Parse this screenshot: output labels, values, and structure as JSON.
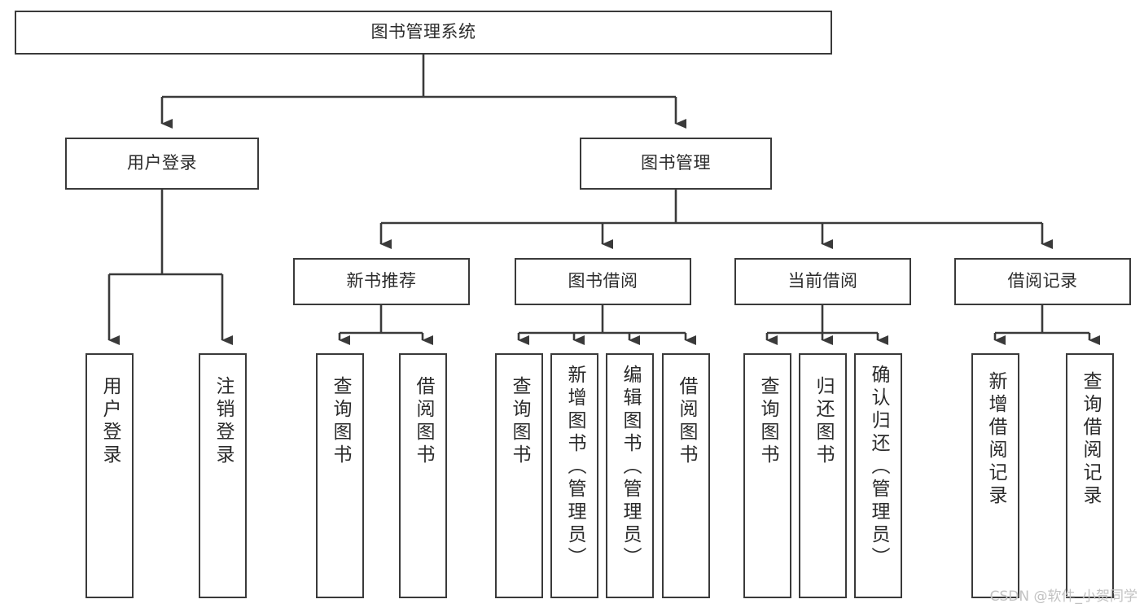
{
  "diagram": {
    "type": "tree-hierarchy",
    "title": "图书管理系统",
    "orientation": "top-down",
    "colors": {
      "box_border": "#3a3a3a",
      "box_fill": "#ffffff",
      "connector": "#3a3a3a",
      "text": "#2b2b2b",
      "watermark": "#c2c2c2"
    },
    "nodes": {
      "root": {
        "label": "图书管理系统",
        "level": 1
      },
      "user_login": {
        "label": "用户登录",
        "level": 2
      },
      "book_manage": {
        "label": "图书管理",
        "level": 2
      },
      "new_book_rec": {
        "label": "新书推荐",
        "level": 3
      },
      "book_borrow": {
        "label": "图书借阅",
        "level": 3
      },
      "current_borrow": {
        "label": "当前借阅",
        "level": 3
      },
      "borrow_record": {
        "label": "借阅记录",
        "level": 3
      },
      "leaf_user_login": {
        "label": "用户登录",
        "level": 3
      },
      "leaf_logout": {
        "label": "注销登录",
        "level": 3
      },
      "leaf_query_book_1": {
        "label": "查询图书",
        "level": 4
      },
      "leaf_borrow_book_1": {
        "label": "借阅图书",
        "level": 4
      },
      "leaf_query_book_2": {
        "label": "查询图书",
        "level": 4
      },
      "leaf_add_book": {
        "label": "新增图书（管理员）",
        "level": 4
      },
      "leaf_edit_book": {
        "label": "编辑图书（管理员）",
        "level": 4
      },
      "leaf_borrow_book_2": {
        "label": "借阅图书",
        "level": 4
      },
      "leaf_query_book_3": {
        "label": "查询图书",
        "level": 4
      },
      "leaf_return_book": {
        "label": "归还图书",
        "level": 4
      },
      "leaf_confirm_return": {
        "label": "确认归还（管理员）",
        "level": 4
      },
      "leaf_add_record": {
        "label": "新增借阅记录",
        "level": 4
      },
      "leaf_query_record": {
        "label": "查询借阅记录",
        "level": 4
      }
    }
  },
  "watermark": {
    "text": "CSDN @软件_小贺同学"
  }
}
